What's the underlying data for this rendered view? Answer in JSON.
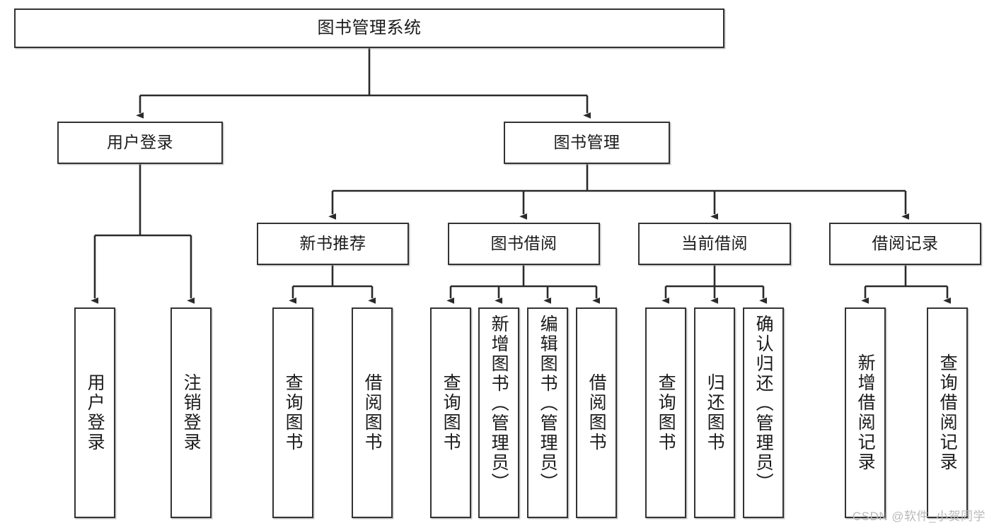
{
  "diagram": {
    "title": "图书管理系统",
    "type": "tree-hierarchy",
    "root": {
      "label": "图书管理系统"
    },
    "level2": [
      {
        "label": "用户登录"
      },
      {
        "label": "图书管理"
      }
    ],
    "level3": [
      {
        "label": "新书推荐"
      },
      {
        "label": "图书借阅"
      },
      {
        "label": "当前借阅"
      },
      {
        "label": "借阅记录"
      }
    ],
    "leaves": {
      "user_login": [
        {
          "label": "用户登录"
        },
        {
          "label": "注销登录"
        }
      ],
      "new_book_recommend": [
        {
          "label": "查询图书"
        },
        {
          "label": "借阅图书"
        }
      ],
      "book_borrow": [
        {
          "label": "查询图书"
        },
        {
          "label": "新增图书（管理员）"
        },
        {
          "label": "编辑图书（管理员）"
        },
        {
          "label": "借阅图书"
        }
      ],
      "current_borrow": [
        {
          "label": "查询图书"
        },
        {
          "label": "归还图书"
        },
        {
          "label": "确认归还（管理员）"
        }
      ],
      "borrow_record": [
        {
          "label": "新增借阅记录"
        },
        {
          "label": "查询借阅记录"
        }
      ]
    }
  },
  "watermark": {
    "text": "CSDN @软件_小贺同学"
  },
  "colors": {
    "node_border": "#333333",
    "node_fill": "#ffffff",
    "edge": "#2b2b2b",
    "text": "#1b1b1b",
    "watermark": "#b9b9b9"
  }
}
